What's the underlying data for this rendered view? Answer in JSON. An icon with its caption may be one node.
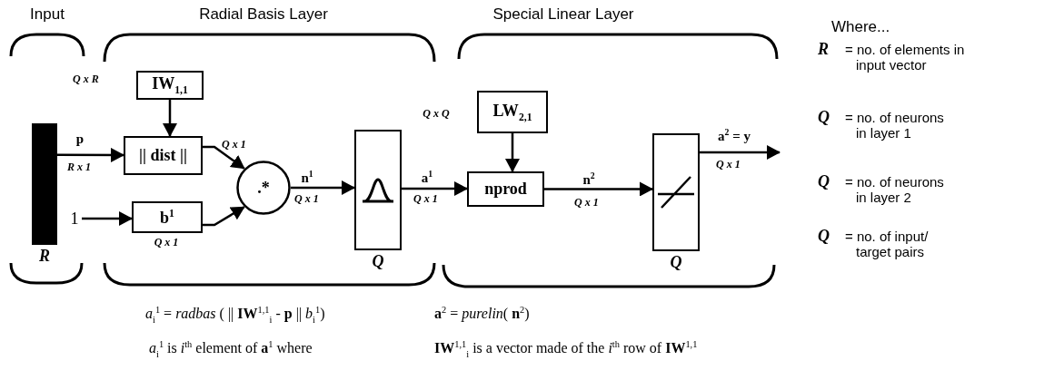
{
  "diagram": {
    "nodes": [
      {
        "text": [],
        "shape": "bar",
        "beside": [
          "R"
        ]
      },
      {
        "text": [
          "**IW**$_{1,1}$"
        ]
      },
      {
        "text": [
          "|| dist ||"
        ]
      },
      {
        "text": [
          "1"
        ]
      },
      {
        "text": [
          "**b**$^{1}$"
        ]
      },
      {
        "text": [
          ".*"
        ]
      },
      {
        "text": [],
        "shape": "box",
        "beside": [
          "Q"
        ]
      },
      {
        "text": [
          "**LW**$_{2,1}$"
        ]
      },
      {
        "text": [
          "nprod"
        ]
      },
      {
        "text": [],
        "shape": "box",
        "beside": [
          "Q"
        ]
      }
    ],
    "edges": [
      {
        "from": 0,
        "to": 2,
        "arrow": "to",
        "label": "p"
      },
      {
        "from": 1,
        "to": 2,
        "arrow": "to"
      },
      {
        "from": 3,
        "to": 4,
        "arrow": "to"
      },
      {
        "from": 2,
        "to": 5,
        "arrow": "to"
      },
      {
        "from": 4,
        "to": 5,
        "arrow": "to"
      },
      {
        "from": 5,
        "to": 6,
        "arrow": "to",
        "label": "n$^{1}$"
      },
      {
        "from": 6,
        "to": 8,
        "arrow": "to",
        "label": "a$^{1}$"
      },
      {
        "from": 7,
        "to": 8,
        "arrow": "to"
      },
      {
        "from": 8,
        "to": 9,
        "arrow": "to",
        "label": "n$^{2}$"
      },
      {
        "from": 9,
        "to": null,
        "arrow": "to",
        "label": "a$^{2}$ = y"
      }
    ],
    "labels": [
      "Input",
      "Radial Basis Layer",
      "Special Linear Layer",
      "Where...",
      "Q x R",
      "R x 1",
      "Q x 1",
      "Q x 1",
      "Q x 1",
      "Q x Q",
      "Q x 1",
      "Q x 1",
      "Q x 1",
      "R",
      "= no. of elements in input vector",
      "Q",
      "= no. of neurons in layer 1",
      "Q",
      "= no. of neurons in layer 2",
      "Q",
      "= no. of input/ target pairs",
      "*a*$_{i}$$^{1}$ = *radbas* ( || **IW**$^{1,1}$$_{i}$ - **p** || *b*$_{i}$$^{1}$)",
      "**a**$^{2}$ = *purelin*( **n**$^{2}$)",
      "*a*$_{i}$$^{1}$ is *i*$^{th}$ element of **a**$^{1}$ where",
      "**IW**$^{1,1}$$_{i}$ is a vector made of the *i*$^{th}$ row of **IW**$^{1,1}$"
    ]
  }
}
